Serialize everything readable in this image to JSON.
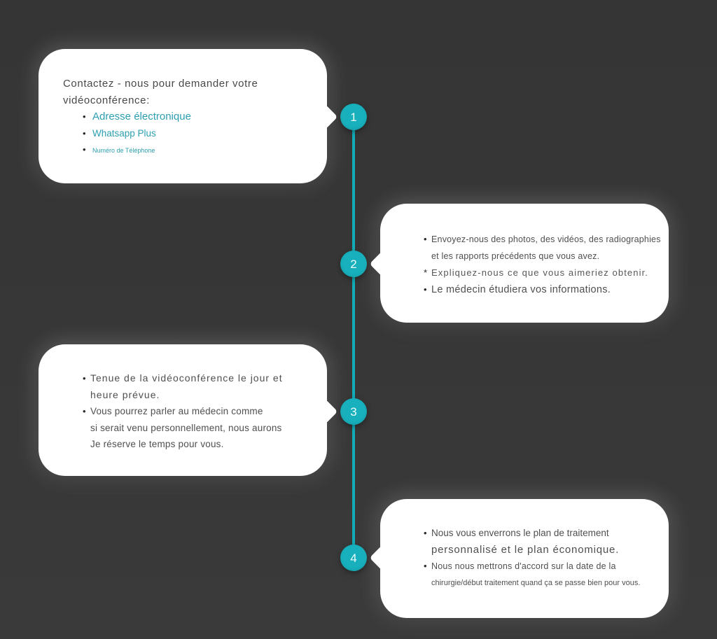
{
  "colors": {
    "background": "#373737",
    "accent_teal": "#14aebb",
    "card_background": "#ffffff",
    "body_text": "#4f4f4f",
    "link_teal": "#2d9fb0"
  },
  "steps": [
    {
      "number": "1",
      "card": {
        "title_line1": "Contactez - nous pour demander votre",
        "title_line2": "vidéoconférence:",
        "links": [
          {
            "marker": "•",
            "label": "Adresse électronique"
          },
          {
            "marker": "•",
            "label": "Whatsapp Plus"
          },
          {
            "marker": "•",
            "label": "Numéro de Téléphone"
          }
        ]
      }
    },
    {
      "number": "2",
      "card": {
        "lines": [
          {
            "marker": "•",
            "text": "Envoyez-nous des photos, des vidéos, des radiographies"
          },
          {
            "marker": "",
            "text": "et les rapports précédents que vous avez."
          },
          {
            "marker": "*",
            "text": "Expliquez-nous ce que vous aimeriez obtenir."
          },
          {
            "marker": "•",
            "text": "Le médecin étudiera vos informations."
          }
        ]
      }
    },
    {
      "number": "3",
      "card": {
        "lines": [
          {
            "marker": "•",
            "text": "Tenue de la vidéoconférence le jour et"
          },
          {
            "marker": "",
            "text": "heure prévue."
          },
          {
            "marker": "•",
            "text": "Vous pourrez parler au médecin comme"
          },
          {
            "marker": "",
            "text": "si serait venu personnellement, nous aurons"
          },
          {
            "marker": "",
            "text": "Je réserve le temps pour vous."
          }
        ]
      }
    },
    {
      "number": "4",
      "card": {
        "lines": [
          {
            "marker": "•",
            "text": "Nous vous enverrons le plan de traitement"
          },
          {
            "marker": "",
            "text": "personnalisé et le plan économique."
          },
          {
            "marker": "•",
            "text": "Nous nous mettrons d'accord sur la date de la"
          },
          {
            "marker": "",
            "text": "chirurgie/début traitement quand ça se passe bien pour vous."
          }
        ]
      }
    }
  ]
}
